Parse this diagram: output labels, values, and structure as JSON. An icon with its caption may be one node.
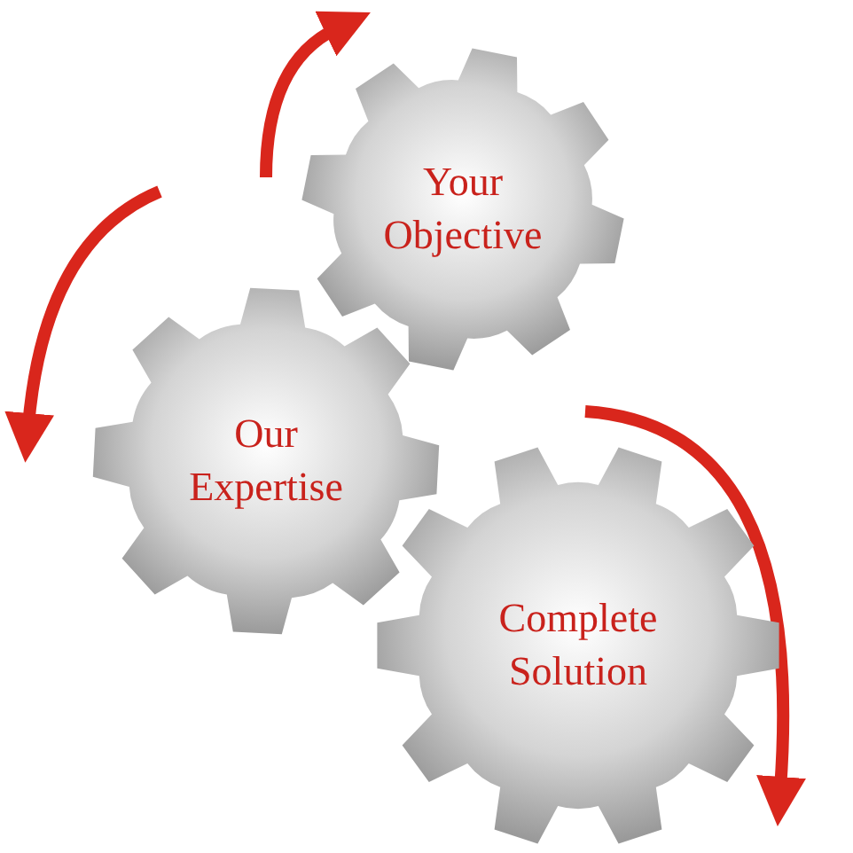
{
  "diagram": {
    "nodes": [
      {
        "text": [
          "Your Objective"
        ]
      },
      {
        "text": [
          "Our Expertise"
        ]
      },
      {
        "text": [
          "Complete Solution"
        ]
      }
    ]
  }
}
